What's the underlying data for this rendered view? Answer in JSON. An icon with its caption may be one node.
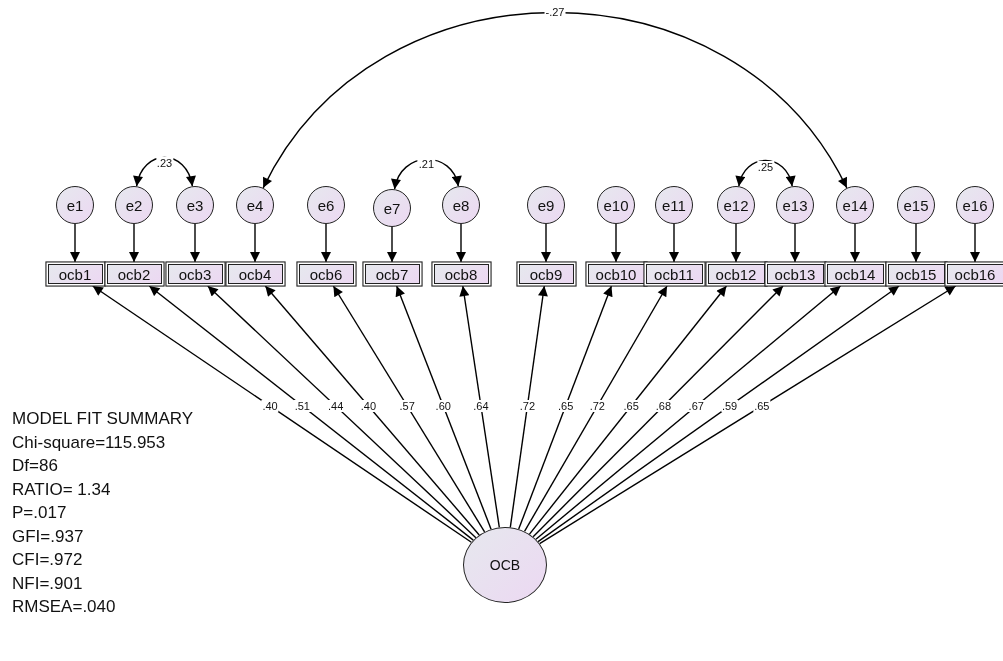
{
  "diagram": {
    "nodes": [
      {
        "text": [
          "e1"
        ]
      },
      {
        "text": [
          "e2"
        ]
      },
      {
        "text": [
          "e3"
        ]
      },
      {
        "text": [
          "e4"
        ]
      },
      {
        "text": [
          "e6"
        ]
      },
      {
        "text": [
          "e7"
        ]
      },
      {
        "text": [
          "e8"
        ]
      },
      {
        "text": [
          "e9"
        ]
      },
      {
        "text": [
          "e10"
        ]
      },
      {
        "text": [
          "e11"
        ]
      },
      {
        "text": [
          "e12"
        ]
      },
      {
        "text": [
          "e13"
        ]
      },
      {
        "text": [
          "e14"
        ]
      },
      {
        "text": [
          "e15"
        ]
      },
      {
        "text": [
          "e16"
        ]
      },
      {
        "text": [
          "ocb1"
        ]
      },
      {
        "text": [
          "ocb2"
        ]
      },
      {
        "text": [
          "ocb3"
        ]
      },
      {
        "text": [
          "ocb4"
        ]
      },
      {
        "text": [
          "ocb6"
        ]
      },
      {
        "text": [
          "ocb7"
        ]
      },
      {
        "text": [
          "ocb8"
        ]
      },
      {
        "text": [
          "ocb9"
        ]
      },
      {
        "text": [
          "ocb10"
        ]
      },
      {
        "text": [
          "ocb11"
        ]
      },
      {
        "text": [
          "ocb12"
        ]
      },
      {
        "text": [
          "ocb13"
        ]
      },
      {
        "text": [
          "ocb14"
        ]
      },
      {
        "text": [
          "ocb15"
        ]
      },
      {
        "text": [
          "ocb16"
        ]
      },
      {
        "text": [
          "OCB"
        ]
      }
    ],
    "edges": [
      {
        "from": 0,
        "to": 15,
        "arrow": "to"
      },
      {
        "from": 1,
        "to": 16,
        "arrow": "to"
      },
      {
        "from": 2,
        "to": 17,
        "arrow": "to"
      },
      {
        "from": 3,
        "to": 18,
        "arrow": "to"
      },
      {
        "from": 4,
        "to": 19,
        "arrow": "to"
      },
      {
        "from": 5,
        "to": 20,
        "arrow": "to"
      },
      {
        "from": 6,
        "to": 21,
        "arrow": "to"
      },
      {
        "from": 7,
        "to": 22,
        "arrow": "to"
      },
      {
        "from": 8,
        "to": 23,
        "arrow": "to"
      },
      {
        "from": 9,
        "to": 24,
        "arrow": "to"
      },
      {
        "from": 10,
        "to": 25,
        "arrow": "to"
      },
      {
        "from": 11,
        "to": 26,
        "arrow": "to"
      },
      {
        "from": 12,
        "to": 27,
        "arrow": "to"
      },
      {
        "from": 13,
        "to": 28,
        "arrow": "to"
      },
      {
        "from": 14,
        "to": 29,
        "arrow": "to"
      },
      {
        "from": 30,
        "to": 15,
        "arrow": "to",
        "label": ".40"
      },
      {
        "from": 30,
        "to": 16,
        "arrow": "to",
        "label": ".51"
      },
      {
        "from": 30,
        "to": 17,
        "arrow": "to",
        "label": ".44"
      },
      {
        "from": 30,
        "to": 18,
        "arrow": "to",
        "label": ".40"
      },
      {
        "from": 30,
        "to": 19,
        "arrow": "to",
        "label": ".57"
      },
      {
        "from": 30,
        "to": 20,
        "arrow": "to",
        "label": ".60"
      },
      {
        "from": 30,
        "to": 21,
        "arrow": "to",
        "label": ".64"
      },
      {
        "from": 30,
        "to": 22,
        "arrow": "to",
        "label": ".72"
      },
      {
        "from": 30,
        "to": 23,
        "arrow": "to",
        "label": ".65"
      },
      {
        "from": 30,
        "to": 24,
        "arrow": "to",
        "label": ".72"
      },
      {
        "from": 30,
        "to": 25,
        "arrow": "to",
        "label": ".65"
      },
      {
        "from": 30,
        "to": 26,
        "arrow": "to",
        "label": ".68"
      },
      {
        "from": 30,
        "to": 27,
        "arrow": "to",
        "label": ".67"
      },
      {
        "from": 30,
        "to": 28,
        "arrow": "to",
        "label": ".59"
      },
      {
        "from": 30,
        "to": 29,
        "arrow": "to",
        "label": ".65"
      },
      {
        "from": 1,
        "to": 2,
        "arrow": "both",
        "label": ".23"
      },
      {
        "from": 5,
        "to": 6,
        "arrow": "both",
        "label": ".21"
      },
      {
        "from": 10,
        "to": 11,
        "arrow": "both",
        "label": ".25"
      },
      {
        "from": 3,
        "to": 12,
        "arrow": "both",
        "label": "-.27"
      }
    ],
    "labels": [
      "MODEL FIT SUMMARY",
      "Chi-square=115.953",
      "Df=86",
      "RATIO= 1.34",
      "P=.017",
      "GFI=.937",
      "CFI=.972",
      "NFI=.901",
      "RMSEA=.040"
    ]
  }
}
